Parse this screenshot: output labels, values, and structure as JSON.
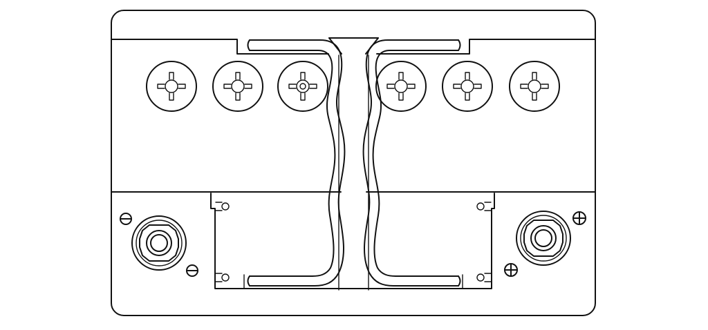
{
  "diagram": {
    "subject": "car-battery-top-view",
    "line_color": "#111111",
    "background_color": "#ffffff",
    "vent_caps": [
      {
        "id": "cap-1",
        "icon": "vent-cap-icon"
      },
      {
        "id": "cap-2",
        "icon": "vent-cap-icon"
      },
      {
        "id": "cap-3",
        "icon": "vent-cap-icon"
      },
      {
        "id": "cap-4",
        "icon": "vent-cap-icon"
      },
      {
        "id": "cap-5",
        "icon": "vent-cap-icon"
      },
      {
        "id": "cap-6",
        "icon": "vent-cap-icon"
      }
    ],
    "terminals": [
      {
        "id": "negative",
        "icon": "minus-symbol-icon"
      },
      {
        "id": "positive",
        "icon": "plus-symbol-icon"
      }
    ],
    "handle": {
      "icon": "carry-handle-icon"
    }
  }
}
